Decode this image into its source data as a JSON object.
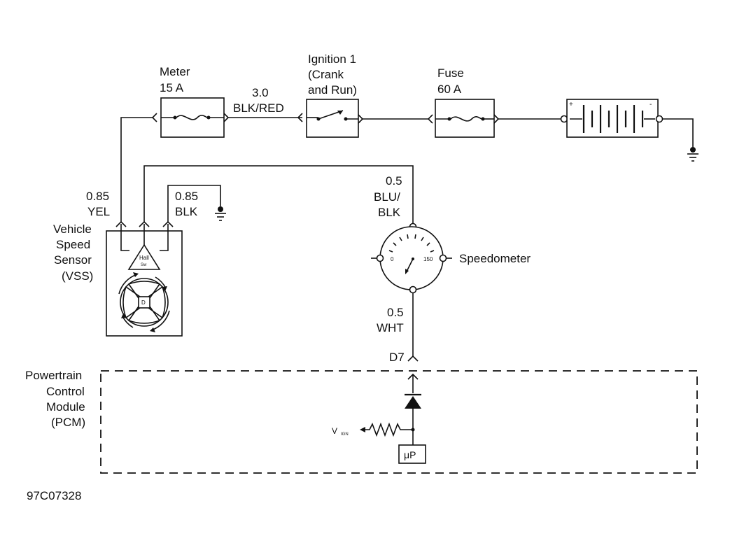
{
  "meter_fuse": {
    "name": "Meter",
    "rating": "15 A"
  },
  "wire_blk_red": {
    "gauge": "3.0",
    "color": "BLK/RED"
  },
  "ignition_switch": {
    "line1": "Ignition 1",
    "line2": "(Crank",
    "line3": "and Run)"
  },
  "main_fuse": {
    "name": "Fuse",
    "rating": "60 A"
  },
  "battery": {
    "plus": "+",
    "minus": "-"
  },
  "wire_yel": {
    "gauge": "0.85",
    "color": "YEL"
  },
  "wire_blk": {
    "gauge": "0.85",
    "color": "BLK"
  },
  "wire_blu_blk": {
    "gauge": "0.5",
    "color1": "BLU/",
    "color2": "BLK"
  },
  "wire_wht": {
    "gauge": "0.5",
    "color": "WHT"
  },
  "vss": {
    "line1": "Vehicle",
    "line2": "Speed",
    "line3": "Sensor",
    "line4": "(VSS)",
    "hall_line1": "Hall",
    "hall_line2": "Sw"
  },
  "speedometer": {
    "label": "Speedometer",
    "scale_min": "0",
    "scale_max": "150"
  },
  "pcm_connector": "D7",
  "pcm": {
    "line1": "Powertrain",
    "line2": "Control",
    "line3": "Module",
    "line4": "(PCM)"
  },
  "vign": {
    "v": "V",
    "sub": "IGN"
  },
  "microprocessor": "μP",
  "figure_code": "97C07328"
}
